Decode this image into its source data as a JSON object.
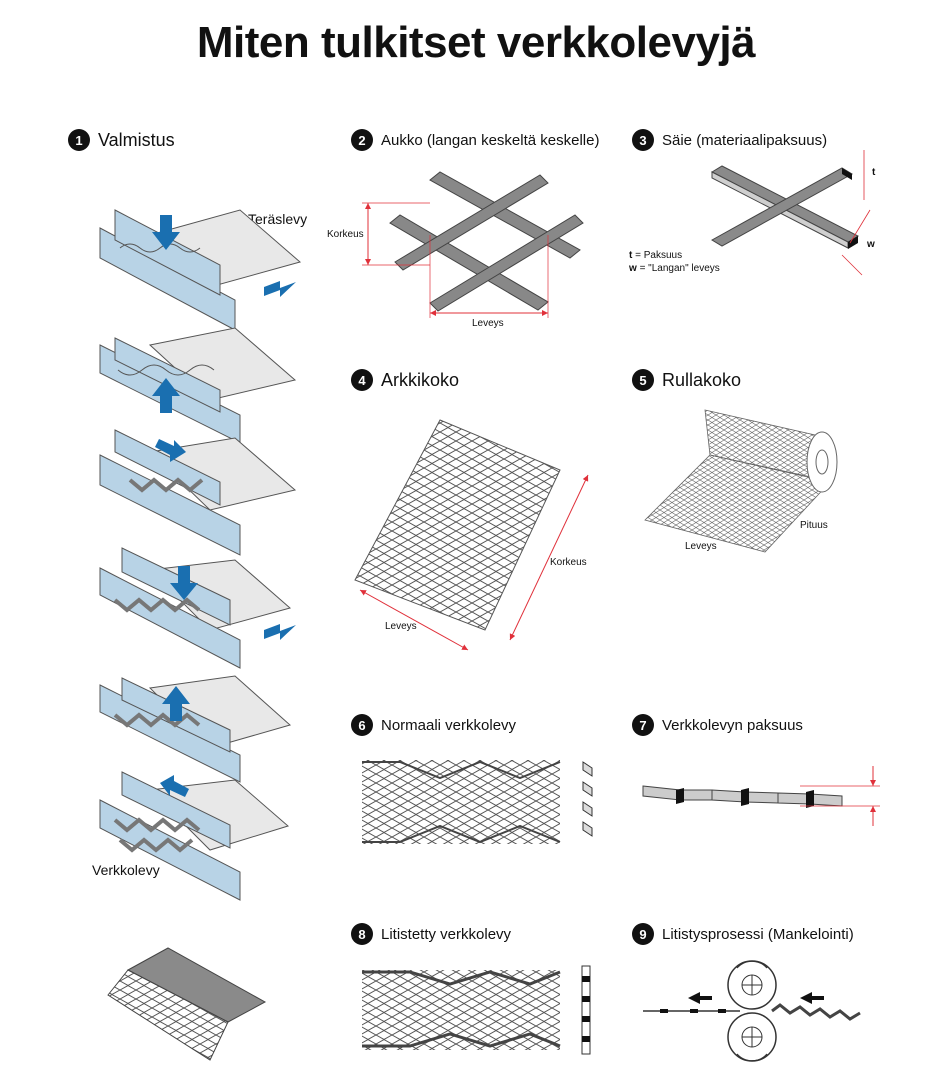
{
  "title": "Miten tulkitset verkkolevyjä",
  "colors": {
    "accent_blue": "#1a6fb0",
    "die_blue": "#b8d3e6",
    "measure_red": "#e0303a",
    "mesh_gray": "#777777"
  },
  "sections": [
    {
      "num": "1",
      "label": "Valmistus"
    },
    {
      "num": "2",
      "label": "Aukko (langan keskeltä keskelle)"
    },
    {
      "num": "3",
      "label": "Säie (materiaalipaksuus)"
    },
    {
      "num": "4",
      "label": "Arkkikoko"
    },
    {
      "num": "5",
      "label": "Rullakoko"
    },
    {
      "num": "6",
      "label": "Normaali verkkolevy"
    },
    {
      "num": "7",
      "label": "Verkkolevyn paksuus"
    },
    {
      "num": "8",
      "label": "Litistetty verkkolevy"
    },
    {
      "num": "9",
      "label": "Litistysprosessi (Mankelointi)"
    }
  ],
  "labels": {
    "teraslevy": "Teräslevy",
    "verkkolevy": "Verkkolevy",
    "korkeus": "Korkeus",
    "leveys": "Leveys",
    "pituus": "Pituus",
    "t_sym": "t",
    "w_sym": "w",
    "t_def": "= Paksuus",
    "w_def": "= \"Langan\" leveys"
  }
}
